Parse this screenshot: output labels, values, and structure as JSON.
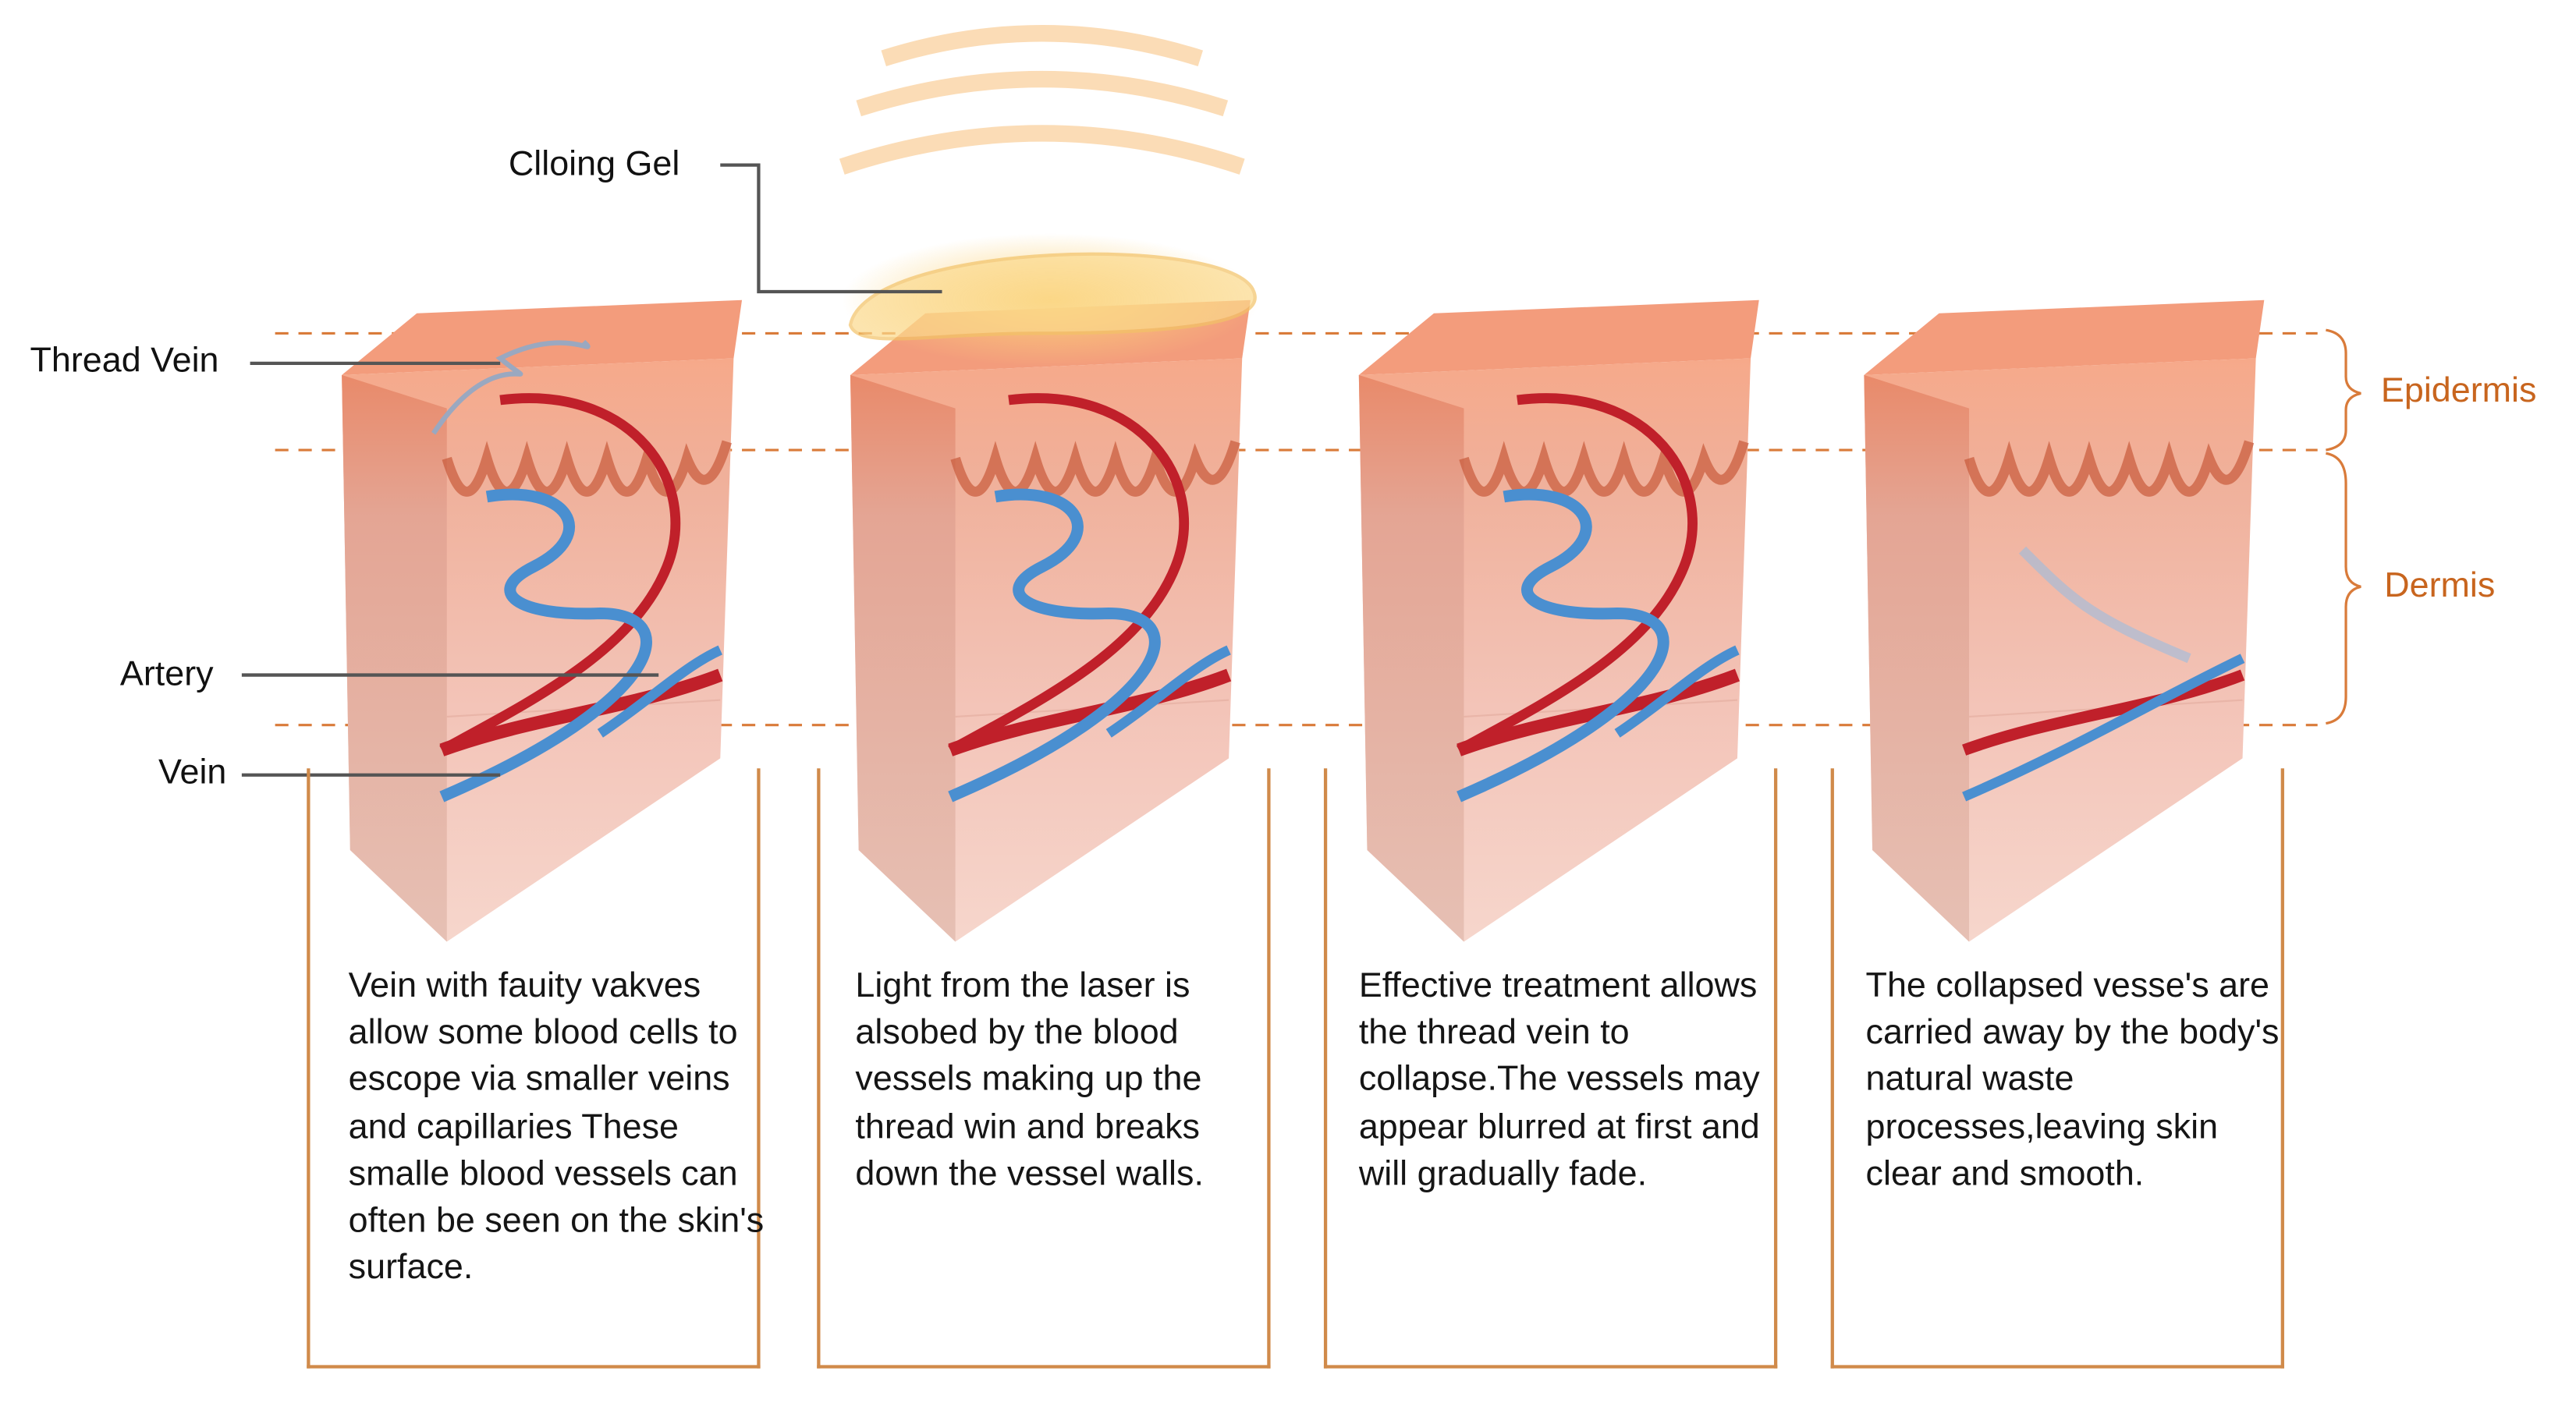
{
  "labels": {
    "cooling_gel": "Clloing Gel",
    "thread_vein": "Thread Vein",
    "artery": "Artery",
    "vein": "Vein",
    "epidermis": "Epidermis",
    "dermis": "Dermis"
  },
  "steps": [
    {
      "text": "Vein with fauity vakves allow some blood cells to escope via smaller veins and capillaries These smalle blood vessels can often be seen on the skin's surface."
    },
    {
      "text": "Light from the laser is alsobed by the blood vessels making up the thread win and breaks down the vessel walls."
    },
    {
      "text": "Effective treatment allows the thread vein to collapse.The vessels may appear blurred at first and will gradually fade."
    },
    {
      "text": "The collapsed vesse's are carried away by the body's natural waste processes,leaving skin clear and smooth."
    }
  ],
  "colors": {
    "accent": "#d08a4a",
    "label_orange": "#c8651e",
    "artery": "#c0202a",
    "vein": "#4a8fd0",
    "skin": "#f2b8a8"
  }
}
